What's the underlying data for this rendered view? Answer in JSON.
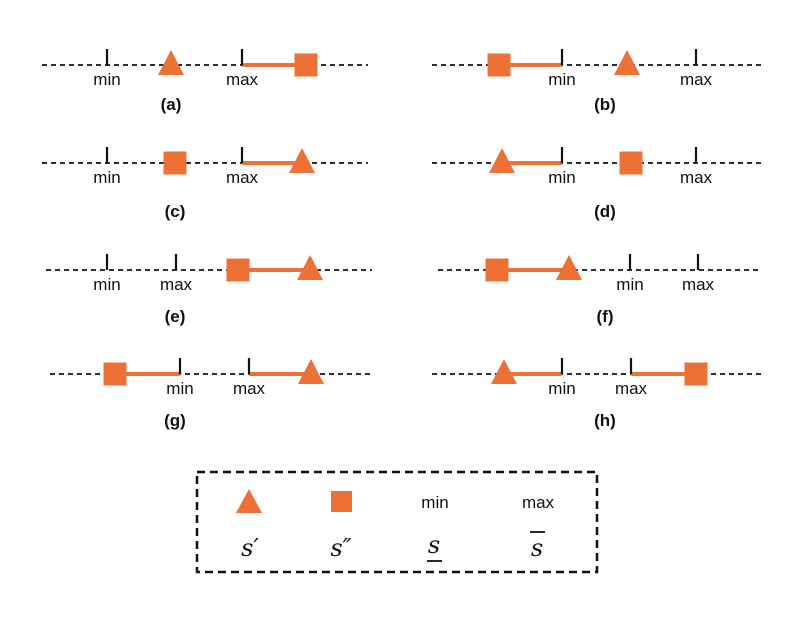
{
  "colors": {
    "marker": "#ED7134",
    "line": "#111111"
  },
  "labels": {
    "min": "min",
    "max": "max"
  },
  "panels": [
    {
      "id": "a",
      "label": "(a)",
      "order": [
        "tick_min",
        "triangle",
        "tick_max",
        "square"
      ],
      "segment": [
        "tick_max",
        "square"
      ]
    },
    {
      "id": "b",
      "label": "(b)",
      "order": [
        "square",
        "tick_min",
        "triangle",
        "tick_max"
      ],
      "segment": [
        "square",
        "tick_min"
      ]
    },
    {
      "id": "c",
      "label": "(c)",
      "order": [
        "tick_min",
        "square",
        "tick_max",
        "triangle"
      ],
      "segment": [
        "tick_max",
        "triangle"
      ]
    },
    {
      "id": "d",
      "label": "(d)",
      "order": [
        "triangle",
        "tick_min",
        "square",
        "tick_max"
      ],
      "segment": [
        "triangle",
        "tick_min"
      ]
    },
    {
      "id": "e",
      "label": "(e)",
      "order": [
        "tick_min",
        "tick_max",
        "square",
        "triangle"
      ],
      "segment": [
        "square",
        "triangle"
      ]
    },
    {
      "id": "f",
      "label": "(f)",
      "order": [
        "square",
        "triangle",
        "tick_min",
        "tick_max"
      ],
      "segment": [
        "square",
        "triangle"
      ]
    },
    {
      "id": "g",
      "label": "(g)",
      "order": [
        "square",
        "tick_min",
        "tick_max",
        "triangle"
      ],
      "segment": [
        "square",
        "tick_min",
        "tick_max",
        "triangle"
      ]
    },
    {
      "id": "h",
      "label": "(h)",
      "order": [
        "triangle",
        "tick_min",
        "tick_max",
        "square"
      ],
      "segment": [
        "triangle",
        "tick_min",
        "tick_max",
        "square"
      ]
    }
  ],
  "legend": {
    "triangle_symbol": "s′",
    "square_symbol": "s″",
    "min_label": "min",
    "min_symbol": "s",
    "max_label": "max",
    "max_symbol": "s"
  }
}
